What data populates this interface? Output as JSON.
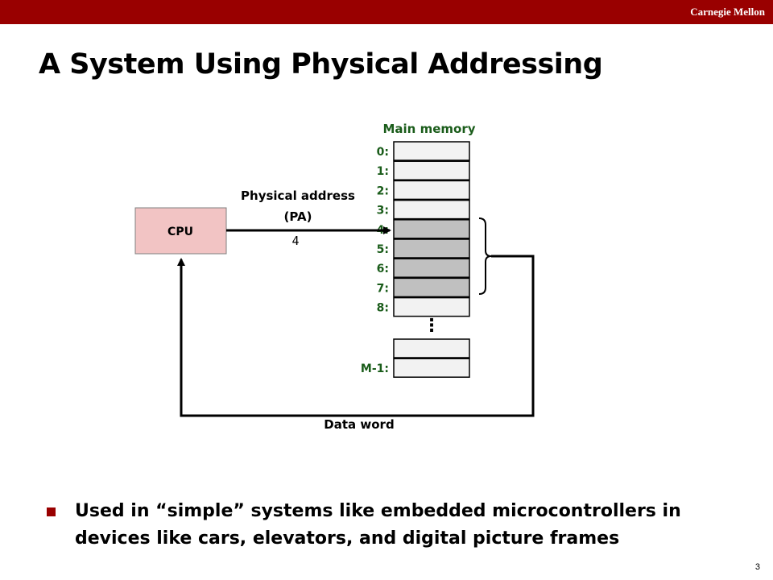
{
  "header": {
    "brand": "Carnegie Mellon"
  },
  "slide": {
    "title": "A System Using Physical Addressing",
    "page_number": "3"
  },
  "diagram": {
    "memory_title": "Main memory",
    "cpu_label": "CPU",
    "address_label_line1": "Physical address",
    "address_label_line2": "(PA)",
    "address_value": "4",
    "data_label": "Data word",
    "ellipsis": "⋮",
    "rows": [
      {
        "label": "0:",
        "highlighted": false
      },
      {
        "label": "1:",
        "highlighted": false
      },
      {
        "label": "2:",
        "highlighted": false
      },
      {
        "label": "3:",
        "highlighted": false
      },
      {
        "label": "4:",
        "highlighted": true
      },
      {
        "label": "5:",
        "highlighted": true
      },
      {
        "label": "6:",
        "highlighted": true
      },
      {
        "label": "7:",
        "highlighted": true
      },
      {
        "label": "8:",
        "highlighted": false
      }
    ],
    "last_rows": [
      {
        "label": ""
      },
      {
        "label": "M-1:"
      }
    ],
    "colors": {
      "label_green": "#1a5c1a",
      "cpu_fill": "#f2c4c4",
      "cell_fill": "#f2f2f2",
      "cell_highlight": "#c0c0c0",
      "accent": "#990000"
    }
  },
  "bullets": [
    "Used in “simple” systems like embedded microcontrollers in devices like cars, elevators, and digital picture frames"
  ]
}
